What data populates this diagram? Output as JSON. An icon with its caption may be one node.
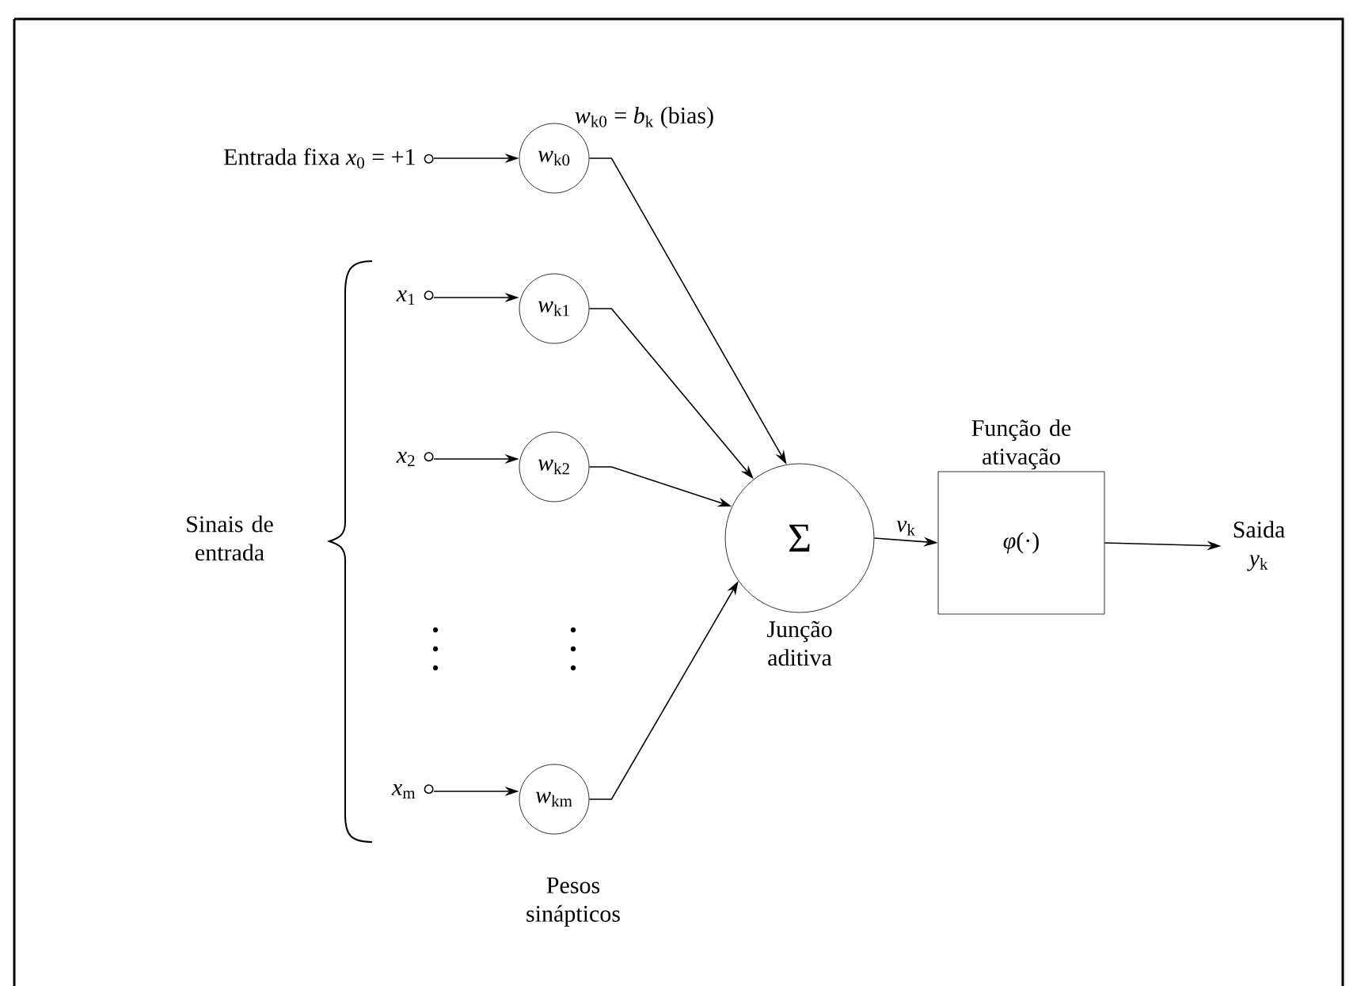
{
  "diagram": {
    "nodes": [
      {
        "text": [
          "Entrada fixa *x*$_{0}$ = +1"
        ]
      },
      {
        "text": [
          "*w*$_{k0}$"
        ],
        "beside": [
          "*w*$_{k0}$ = *b*$_{k}$ (bias)"
        ]
      },
      {
        "text": [
          "*x*$_{1}$"
        ]
      },
      {
        "text": [
          "*w*$_{k1}$"
        ]
      },
      {
        "text": [
          "*x*$_{2}$"
        ]
      },
      {
        "text": [
          "*w*$_{k2}$"
        ]
      },
      {
        "text": [
          "*x*$_{m}$"
        ]
      },
      {
        "text": [
          "*w*$_{km}$"
        ]
      },
      {
        "text": [
          "Σ"
        ],
        "beside": [
          "Junção aditiva"
        ]
      },
      {
        "text": [
          "Função de ativação",
          "*φ*(·)"
        ]
      },
      {
        "text": [
          "Saida *y*$_{k}$"
        ]
      }
    ],
    "edges": [
      {
        "from": 0,
        "to": 1,
        "arrow": "to"
      },
      {
        "from": 2,
        "to": 3,
        "arrow": "to"
      },
      {
        "from": 4,
        "to": 5,
        "arrow": "to"
      },
      {
        "from": 6,
        "to": 7,
        "arrow": "to"
      },
      {
        "from": 1,
        "to": 8,
        "arrow": "to"
      },
      {
        "from": 3,
        "to": 8,
        "arrow": "to"
      },
      {
        "from": 5,
        "to": 8,
        "arrow": "to"
      },
      {
        "from": 7,
        "to": 8,
        "arrow": "to"
      },
      {
        "from": 8,
        "to": 9,
        "arrow": "to",
        "label": "*v*$_{k}$"
      },
      {
        "from": 9,
        "to": 10,
        "arrow": "to"
      }
    ],
    "labels": [
      "Sinais de entrada",
      "Pesos sinápticos"
    ]
  }
}
